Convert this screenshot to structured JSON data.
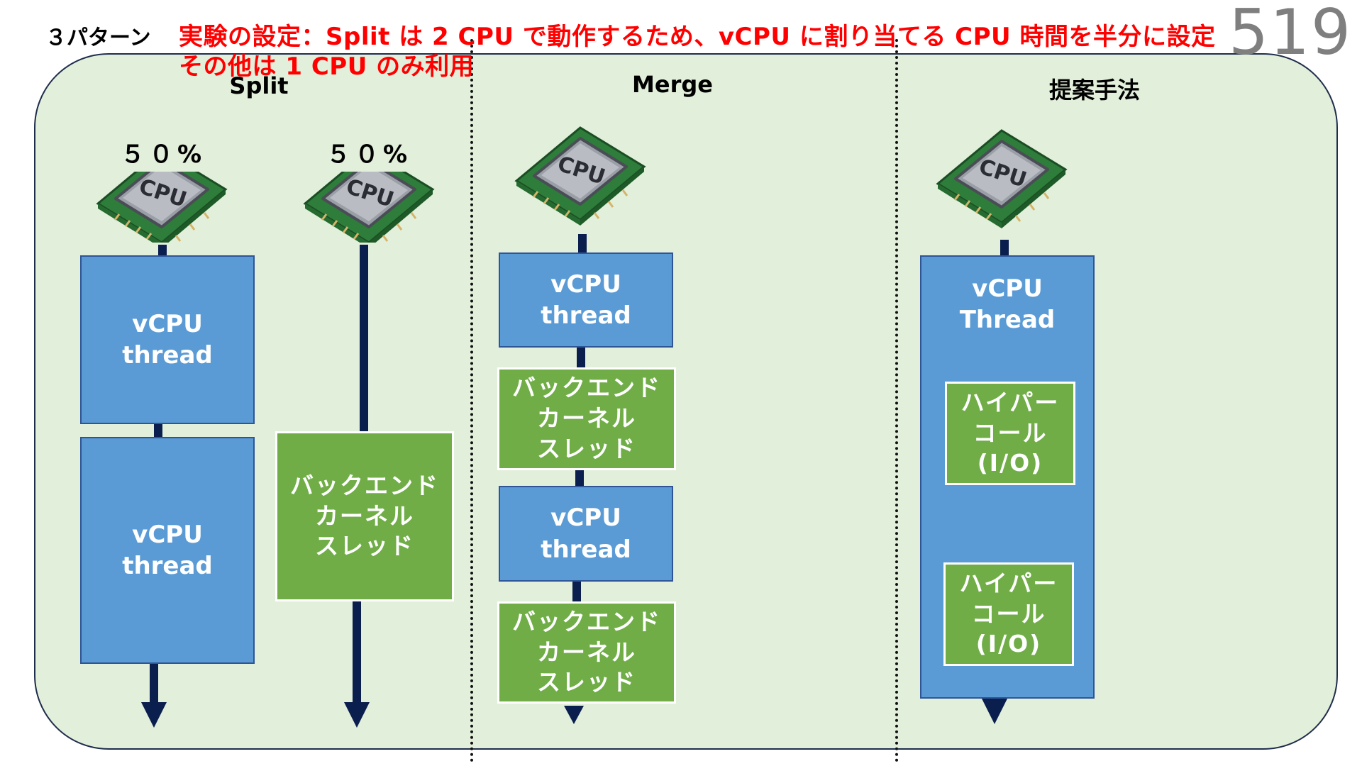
{
  "header": {
    "pattern_label": "３パターン",
    "note_line1": "実験の設定：Split は 2 CPU で動作するため、vCPU に割り当てる CPU 時間を半分に設定",
    "note_line2": "その他は 1  CPU のみ利用",
    "page_number": "519"
  },
  "columns": {
    "split": {
      "title": "Split",
      "cpu1_percent": "５０%",
      "cpu2_percent": "５０%",
      "box1": "vCPU\nthread",
      "box2": "vCPU\nthread",
      "box3": "バックエンド\nカーネル\nスレッド"
    },
    "merge": {
      "title": "Merge",
      "box1": "vCPU\nthread",
      "box2": "バックエンド\nカーネル\nスレッド",
      "box3": "vCPU\nthread",
      "box4": "バックエンド\nカーネル\nスレッド"
    },
    "proposed": {
      "title": "提案手法",
      "outer_box": "vCPU\nThread",
      "call1": "ハイパー\nコール\n(I/O)",
      "call2": "ハイパー\nコール\n(I/O)"
    }
  },
  "cpu_chip_label": "CPU",
  "colors": {
    "blue": "#5b9bd5",
    "green": "#70ad47",
    "arrow": "#0b1f4f",
    "note_red": "#ff0000"
  }
}
